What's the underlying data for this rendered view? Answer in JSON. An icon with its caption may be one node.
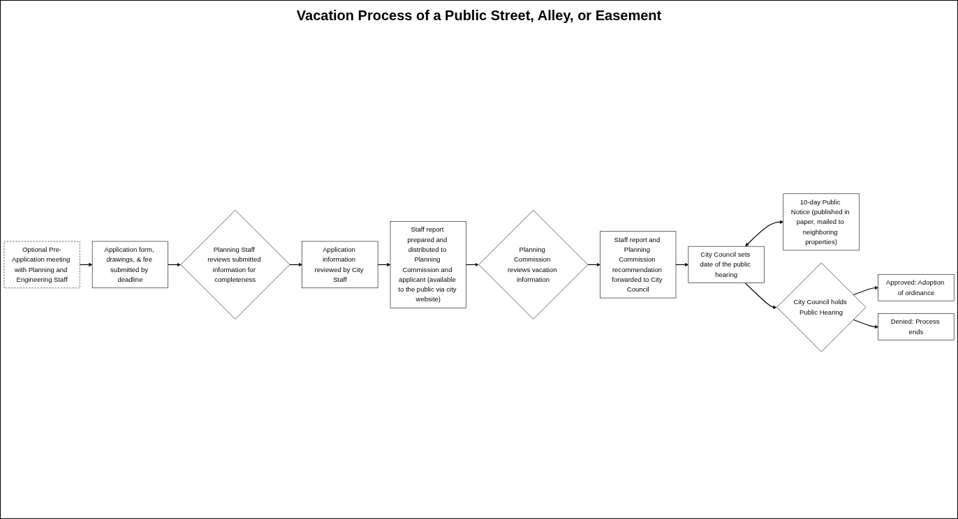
{
  "diagram": {
    "title": "Vacation Process of a Public Street, Alley, or Easement",
    "nodes": [
      {
        "text": [
          "Optional Pre-Application meeting with Planning and Engineering Staff"
        ]
      },
      {
        "text": [
          "Application form, drawings, & fee submitted by deadline"
        ]
      },
      {
        "text": [
          "Planning Staff reviews submitted information for completeness"
        ]
      },
      {
        "text": [
          "Application information reviewed by City Staff"
        ]
      },
      {
        "text": [
          "Staff report prepared and distributed to Planning Commission and applicant (available to the public via city website)"
        ]
      },
      {
        "text": [
          "Planning Commission reviews vacation information"
        ]
      },
      {
        "text": [
          "Staff report and Planning Commission recommendation forwarded to City Council"
        ]
      },
      {
        "text": [
          "City Council sets date of the public hearing"
        ]
      },
      {
        "text": [
          "10-day Public Notice (published in paper, mailed to neighboring properties)"
        ]
      },
      {
        "text": [
          "City Council holds Public Hearing"
        ]
      },
      {
        "text": [
          "Approved: Adoption of ordinance"
        ]
      },
      {
        "text": [
          "Denied: Process ends"
        ]
      }
    ],
    "edges": [
      {
        "from": 0,
        "to": 1,
        "arrow": "to"
      },
      {
        "from": 1,
        "to": 2,
        "arrow": "to"
      },
      {
        "from": 2,
        "to": 3,
        "arrow": "to"
      },
      {
        "from": 3,
        "to": 4,
        "arrow": "to"
      },
      {
        "from": 4,
        "to": 5,
        "arrow": "to"
      },
      {
        "from": 5,
        "to": 6,
        "arrow": "to"
      },
      {
        "from": 6,
        "to": 7,
        "arrow": "to"
      },
      {
        "from": 7,
        "to": 8,
        "arrow": "both"
      },
      {
        "from": 7,
        "to": 9,
        "arrow": "to"
      },
      {
        "from": 9,
        "to": 10,
        "arrow": "to"
      },
      {
        "from": 9,
        "to": 11,
        "arrow": "to"
      }
    ]
  }
}
